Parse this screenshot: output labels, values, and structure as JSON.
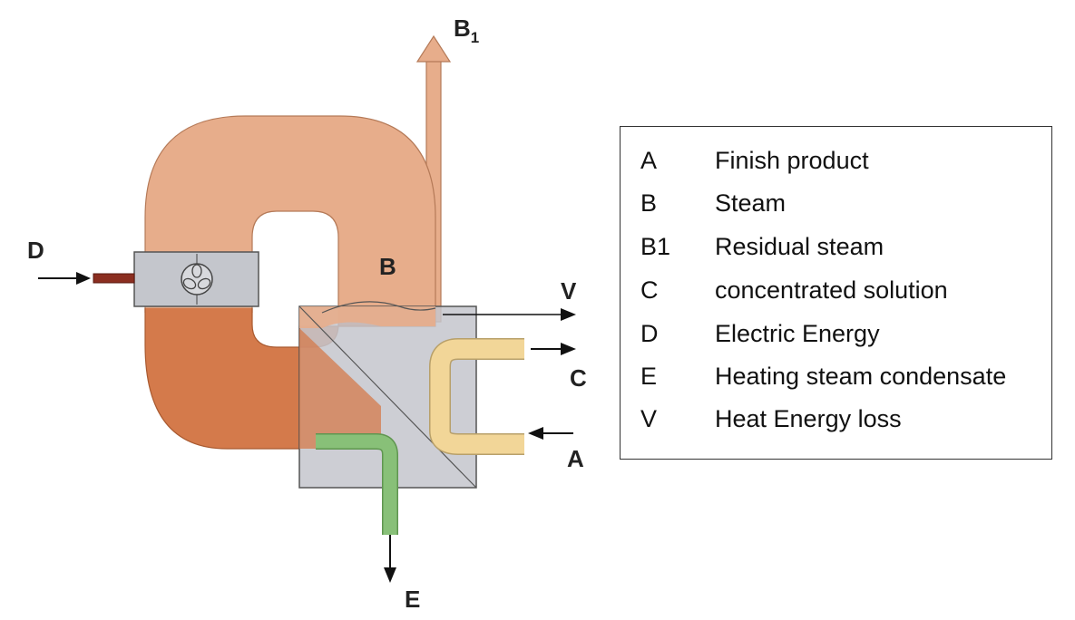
{
  "diagram": {
    "labels": {
      "b1_main": "B",
      "b1_sub": "1",
      "d": "D",
      "b": "B",
      "v": "V",
      "c": "C",
      "a": "A",
      "e": "E"
    },
    "colors": {
      "steam": "#e7ad8b",
      "steam_dark": "#d47a4b",
      "box": "#c4c6cc",
      "solution": "#f2d698",
      "condensate": "#88c078",
      "wire": "#8b2e20"
    },
    "compressor_icon": "fan-icon"
  },
  "legend": {
    "items": [
      {
        "key": "A",
        "desc": "Finish product"
      },
      {
        "key": "B",
        "desc": "Steam"
      },
      {
        "key": "B1",
        "desc": "Residual steam"
      },
      {
        "key": "C",
        "desc": "concentrated solution"
      },
      {
        "key": "D",
        "desc": "Electric Energy"
      },
      {
        "key": "E",
        "desc": "Heating steam condensate"
      },
      {
        "key": "V",
        "desc": "Heat Energy loss"
      }
    ]
  }
}
